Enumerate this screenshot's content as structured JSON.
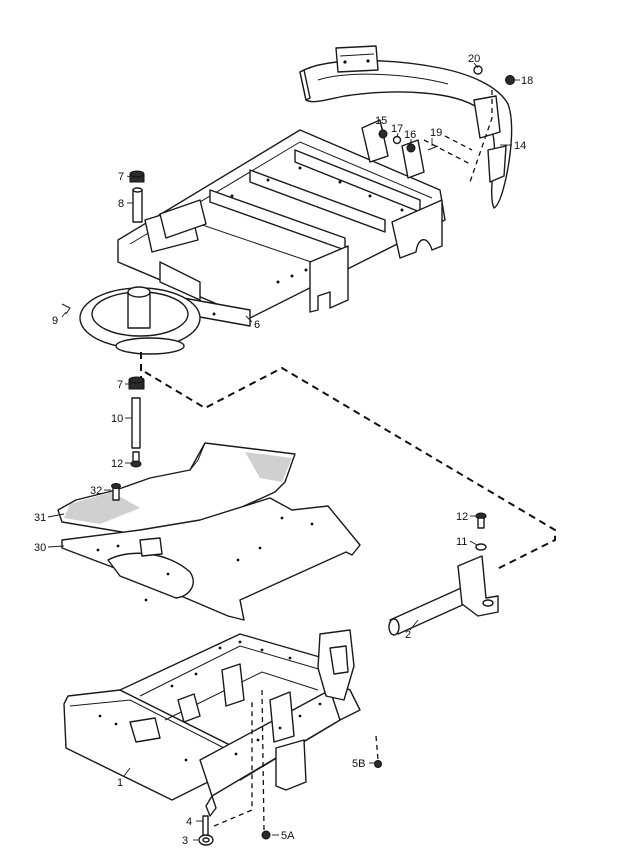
{
  "callouts": {
    "c20": "20",
    "c18": "18",
    "c15": "15",
    "c17": "17",
    "c16": "16",
    "c19": "19",
    "c14": "14",
    "c7a": "7",
    "c8": "8",
    "c9": "9",
    "c6": "6",
    "c7b": "7",
    "c10": "10",
    "c12a": "12",
    "c32": "32",
    "c31": "31",
    "c30": "30",
    "c12b": "12",
    "c11": "11",
    "c2": "2",
    "c1": "1",
    "c5b": "5B",
    "c4": "4",
    "c3": "3",
    "c5a": "5A"
  }
}
